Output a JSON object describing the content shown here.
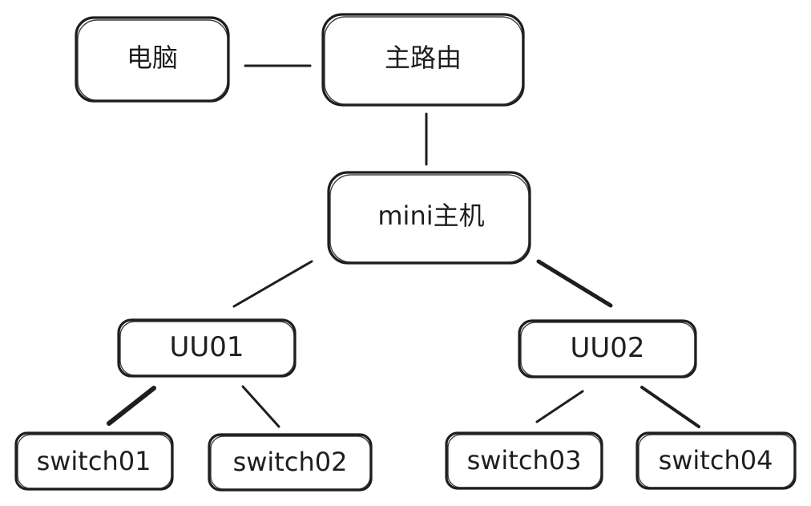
{
  "nodes": {
    "pc": {
      "label": "电脑"
    },
    "main_router": {
      "label": "主路由"
    },
    "mini_host": {
      "label": "mini主机"
    },
    "uu01": {
      "label": "UU01"
    },
    "uu02": {
      "label": "UU02"
    },
    "switch01": {
      "label": "switch01"
    },
    "switch02": {
      "label": "switch02"
    },
    "switch03": {
      "label": "switch03"
    },
    "switch04": {
      "label": "switch04"
    }
  },
  "edges": [
    {
      "from": "pc",
      "to": "main_router"
    },
    {
      "from": "main_router",
      "to": "mini_host"
    },
    {
      "from": "mini_host",
      "to": "uu01"
    },
    {
      "from": "mini_host",
      "to": "uu02"
    },
    {
      "from": "uu01",
      "to": "switch01"
    },
    {
      "from": "uu01",
      "to": "switch02"
    },
    {
      "from": "uu02",
      "to": "switch03"
    },
    {
      "from": "uu02",
      "to": "switch04"
    }
  ],
  "colors": {
    "stroke": "#1e1e1e",
    "fill": "#ffffff",
    "background": "#ffffff"
  }
}
